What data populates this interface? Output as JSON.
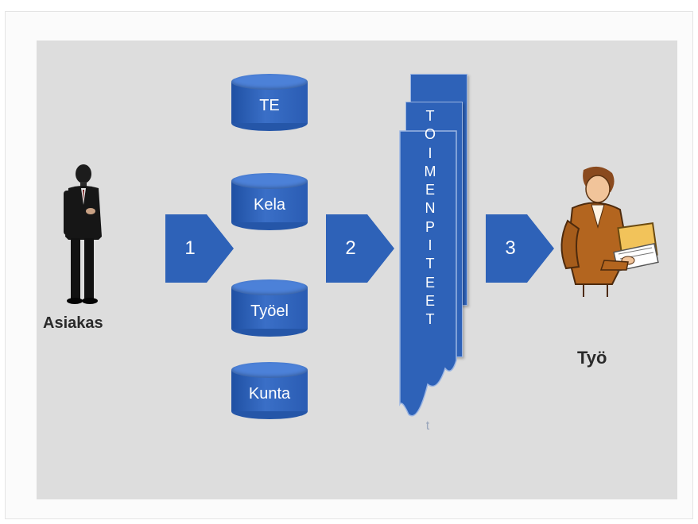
{
  "diagram": {
    "actors": {
      "customer": "Asiakas",
      "work": "Työ"
    },
    "databases": [
      "TE",
      "Kela",
      "Työel",
      "Kunta"
    ],
    "steps": [
      "1",
      "2",
      "3"
    ],
    "measures_letters": [
      "T",
      "O",
      "I",
      "M",
      "E",
      "N",
      "P",
      "I",
      "T",
      "E",
      "E",
      "T"
    ],
    "stray_char": "t"
  },
  "colors": {
    "shape_blue": "#2e62b8",
    "slide_gray": "#dddddd"
  },
  "icons": [
    "businessman-icon",
    "office-worker-icon"
  ]
}
